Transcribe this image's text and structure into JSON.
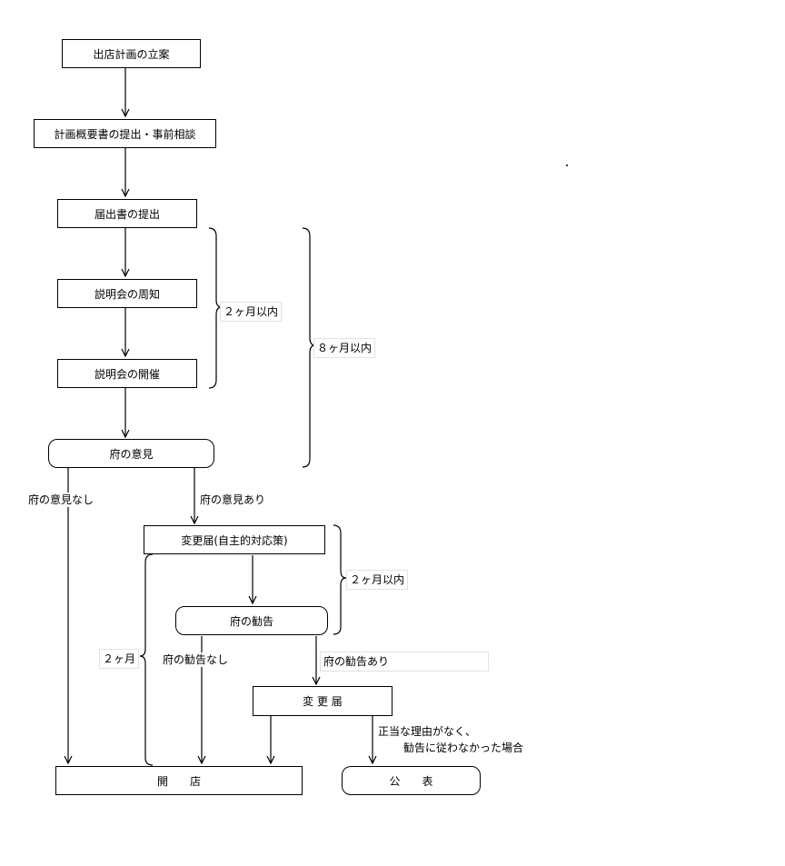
{
  "nodes": {
    "plan": "出店計画の立案",
    "outline": "計画概要書の提出・事前相談",
    "notification": "届出書の提出",
    "briefing_notice": "説明会の周知",
    "briefing_held": "説明会の開催",
    "pref_opinion": "府の意見",
    "change_notice_self": "変更届(自主的対応策)",
    "pref_recommendation": "府の勧告",
    "change_notice": "変 更 届",
    "store_open": "開　　店",
    "publication": "公　　表"
  },
  "labels": {
    "within_2_months_a": "２ヶ月以内",
    "within_8_months": "８ヶ月以内",
    "no_opinion": "府の意見なし",
    "with_opinion": "府の意見あり",
    "within_2_months_b": "２ヶ月以内",
    "two_months": "２ヶ月",
    "no_recommendation": "府の勧告なし",
    "with_recommendation": "府の勧告あり",
    "no_reason_line1": "正当な理由がなく、",
    "no_reason_line2": "勧告に従わなかった場合"
  }
}
